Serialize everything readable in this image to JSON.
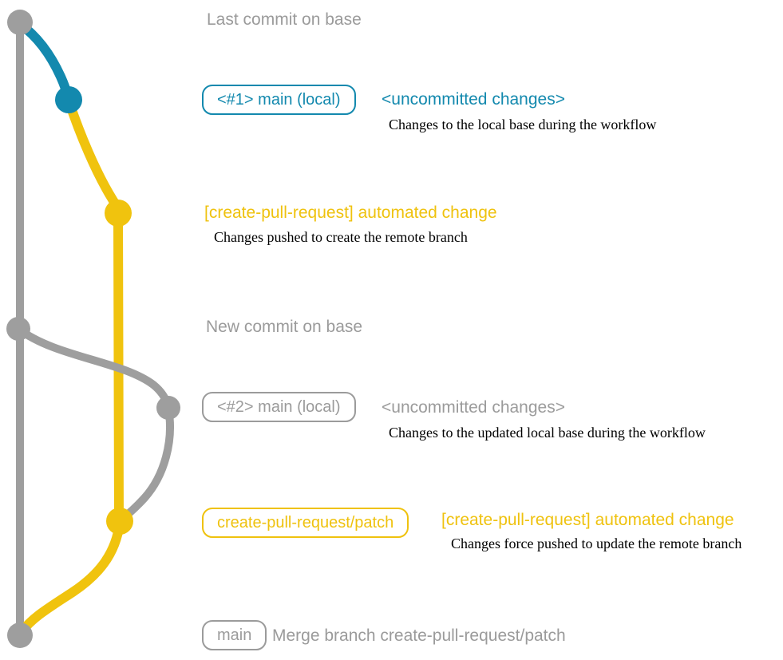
{
  "colors": {
    "gray": "#9e9e9e",
    "teal": "#1389ae",
    "yellow": "#f0c30e"
  },
  "annotations": {
    "last_commit_label": "Last commit on base",
    "new_commit_label": "New commit on base"
  },
  "entries": {
    "commit1": {
      "branch_badge": "<#1> main (local)",
      "message": "<uncommitted changes>",
      "description": "Changes to the local base during the workflow"
    },
    "commit2": {
      "message": "[create-pull-request] automated change",
      "description": "Changes pushed to create the remote branch"
    },
    "commit3": {
      "branch_badge": "<#2> main (local)",
      "message": "<uncommitted changes>",
      "description": "Changes to the updated local base during the workflow"
    },
    "commit4": {
      "branch_badge": "create-pull-request/patch",
      "message": "[create-pull-request] automated change",
      "description": "Changes force pushed to update the remote branch"
    },
    "commit5": {
      "branch_badge": "main",
      "message": "Merge branch create-pull-request/patch"
    }
  }
}
